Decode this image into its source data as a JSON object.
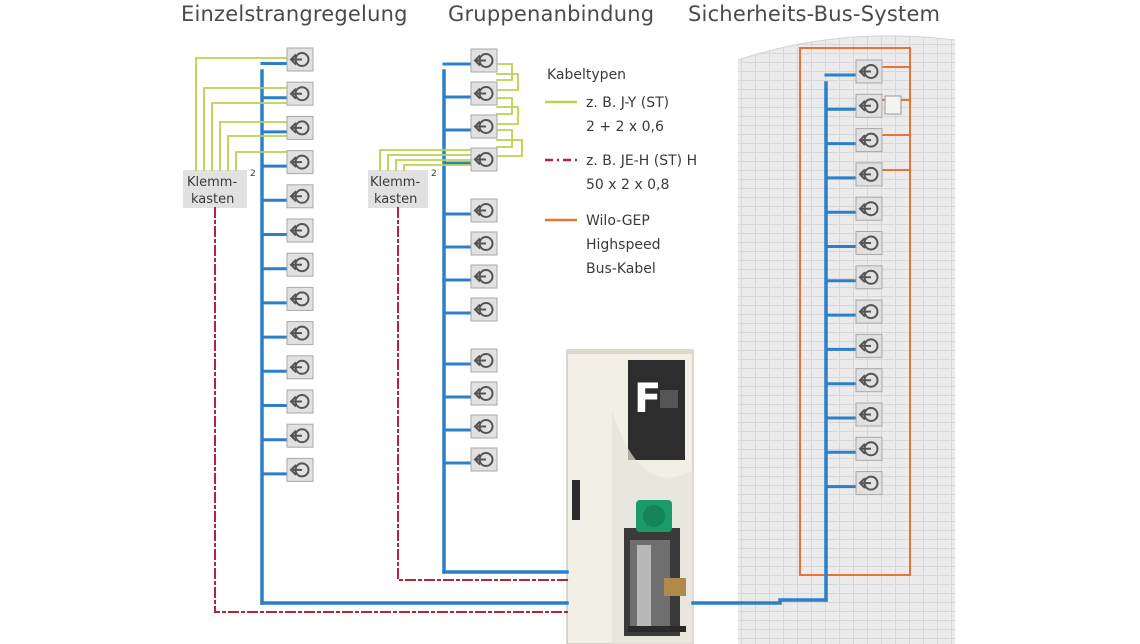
{
  "sections": {
    "einzel": "Einzelstrangregelung",
    "gruppe": "Gruppenanbindung",
    "bus": "Sicherheits-Bus-System"
  },
  "klemmkasten": {
    "line1": "Klemm-",
    "line2": "kasten",
    "marker": "2"
  },
  "legend": {
    "title": "Kabeltypen",
    "items": [
      {
        "line1": "z. B. J-Y (ST)",
        "line2": "2 + 2 x 0,6",
        "color": "#b9d34c",
        "style": "solid"
      },
      {
        "line1": "z. B. JE-H (ST) H",
        "line2": "50 x 2 x 0,8",
        "color": "#b5243a",
        "style": "dash-dot"
      },
      {
        "line1": "Wilo-GEP",
        "line2": "Highspeed",
        "line3": "Bus-Kabel",
        "color": "#e8733a",
        "style": "solid"
      }
    ]
  },
  "panel": {
    "letter": "F"
  },
  "colors": {
    "blue": "#2c7fc9",
    "green": "#b9d34c",
    "red": "#b5243a",
    "orange": "#e8733a",
    "pump_icon_bg": "#e1e1e1",
    "building": "#ececec"
  },
  "icons": {
    "pump": "pump-symbol-icon"
  },
  "counts": {
    "einzel_pumps": 13,
    "gruppe_pumps": 12,
    "bus_pumps": 13
  }
}
